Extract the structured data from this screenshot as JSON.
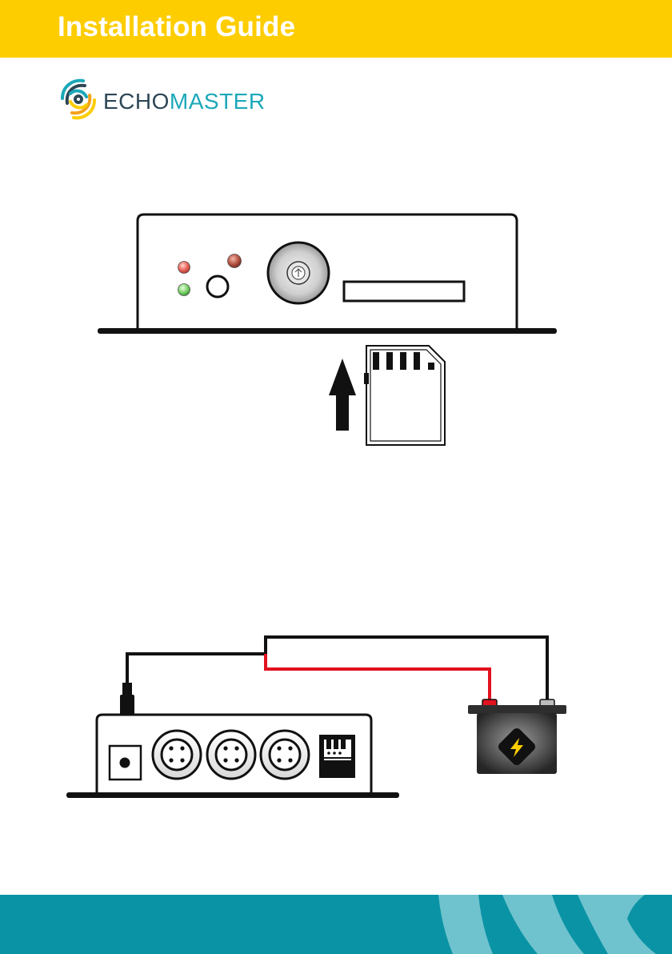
{
  "header": {
    "title": "Installation Guide"
  },
  "logo": {
    "echo": "ECHO",
    "master": "MASTER"
  },
  "colors": {
    "header_bg": "#fecd00",
    "footer_bg": "#0a93a4",
    "footer_stripes": "#6ec3ce",
    "led_red": "#e8665a",
    "led_green": "#7fd46f",
    "wire_red": "#e1121d",
    "wire_black": "#111111",
    "battery_body": "#4a4a4a"
  },
  "icons": {
    "logo": "swirl-logo-icon",
    "battery": "lightning-bolt-icon",
    "arrow": "up-arrow-icon"
  }
}
